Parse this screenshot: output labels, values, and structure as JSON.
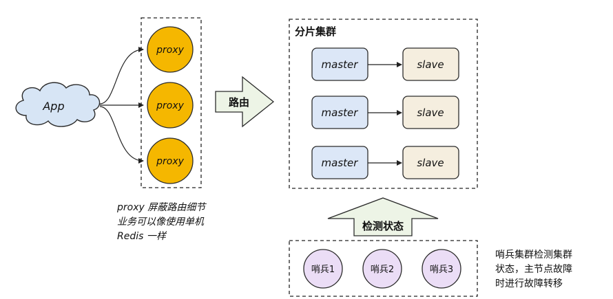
{
  "app": {
    "label": "App"
  },
  "proxies": [
    {
      "label": "proxy"
    },
    {
      "label": "proxy"
    },
    {
      "label": "proxy"
    }
  ],
  "routing_arrow": {
    "label": "路由"
  },
  "cluster": {
    "title": "分片集群",
    "shards": [
      {
        "master": "master",
        "slave": "slave"
      },
      {
        "master": "master",
        "slave": "slave"
      },
      {
        "master": "master",
        "slave": "slave"
      }
    ]
  },
  "detect_arrow": {
    "label": "检测状态"
  },
  "sentinels": [
    {
      "label": "哨兵1"
    },
    {
      "label": "哨兵2"
    },
    {
      "label": "哨兵3"
    }
  ],
  "proxy_note": {
    "lines": [
      "proxy 屏蔽路由细节",
      "业务可以像使用单机",
      "Redis 一样"
    ]
  },
  "sentinel_note": {
    "lines": [
      "哨兵集群检测集群",
      "状态，主节点故障",
      "时进行故障转移"
    ]
  },
  "colors": {
    "proxy_fill": "#F5B700",
    "master_fill": "#DCE7F7",
    "slave_fill": "#F5EEDF",
    "sentinel_fill": "#EBDDF6",
    "cloud_fill": "#D7E5F5",
    "arrow_fill": "#EDF4E6"
  }
}
